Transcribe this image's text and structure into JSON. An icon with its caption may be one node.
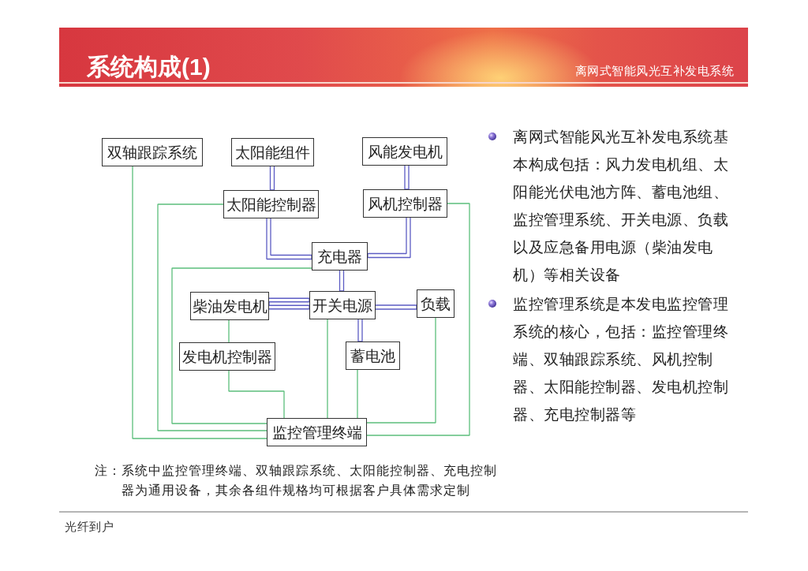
{
  "diagram": {
    "title": "系统构成(1)",
    "nodes": [
      {
        "text": [
          "双轴跟踪系统"
        ]
      },
      {
        "text": [
          "太阳能组件"
        ]
      },
      {
        "text": [
          "风能发电机"
        ]
      },
      {
        "text": [
          "太阳能控制器"
        ]
      },
      {
        "text": [
          "风机控制器"
        ]
      },
      {
        "text": [
          "充电器"
        ]
      },
      {
        "text": [
          "柴油发电机"
        ]
      },
      {
        "text": [
          "开关电源"
        ]
      },
      {
        "text": [
          "负载"
        ]
      },
      {
        "text": [
          "发电机控制器"
        ]
      },
      {
        "text": [
          "蓄电池"
        ]
      },
      {
        "text": [
          "监控管理终端"
        ]
      }
    ],
    "edges": [
      {
        "from": 1,
        "to": 3,
        "arrow": "none",
        "color": "#5c5cc4"
      },
      {
        "from": 2,
        "to": 4,
        "arrow": "none",
        "color": "#5c5cc4"
      },
      {
        "from": 3,
        "to": 5,
        "arrow": "none",
        "color": "#5c5cc4"
      },
      {
        "from": 4,
        "to": 5,
        "arrow": "none",
        "color": "#5c5cc4"
      },
      {
        "from": 5,
        "to": 7,
        "arrow": "none",
        "color": "#5c5cc4"
      },
      {
        "from": 6,
        "to": 7,
        "arrow": "none",
        "color": "#5c5cc4"
      },
      {
        "from": 7,
        "to": 8,
        "arrow": "none",
        "color": "#5c5cc4"
      },
      {
        "from": 7,
        "to": 10,
        "arrow": "none",
        "color": "#5c5cc4"
      },
      {
        "from": 0,
        "to": 11,
        "arrow": "none"
      },
      {
        "from": 3,
        "to": 11,
        "arrow": "none"
      },
      {
        "from": 4,
        "to": 11,
        "arrow": "none"
      },
      {
        "from": 5,
        "to": 11,
        "arrow": "none"
      },
      {
        "from": 6,
        "to": 9,
        "arrow": "none"
      },
      {
        "from": 9,
        "to": 11,
        "arrow": "none"
      },
      {
        "from": 7,
        "to": 11,
        "arrow": "none"
      },
      {
        "from": 10,
        "to": 11,
        "arrow": "none"
      },
      {
        "from": 8,
        "to": 11,
        "arrow": "none"
      }
    ],
    "labels": [
      "离网式智能风光互补发电系统",
      "离网式智能风光互补发电系统基本构成包括：风力发电机组、太阳能光伏电池方阵、蓄电池组、监控管理系统、开关电源、负载以及应急备用电源（柴油发电机）等相关设备",
      "监控管理系统是本发电监控管理系统的核心，包括：监控管理终端、双轴跟踪系统、风机控制器、太阳能控制器、发电机控制器、充电控制器等",
      "注：系统中监控管理终端、双轴跟踪系统、太阳能控制器、充电控制器为通用设备，其余各组件规格均可根据客户具体需求定制",
      "光纤到户"
    ]
  }
}
